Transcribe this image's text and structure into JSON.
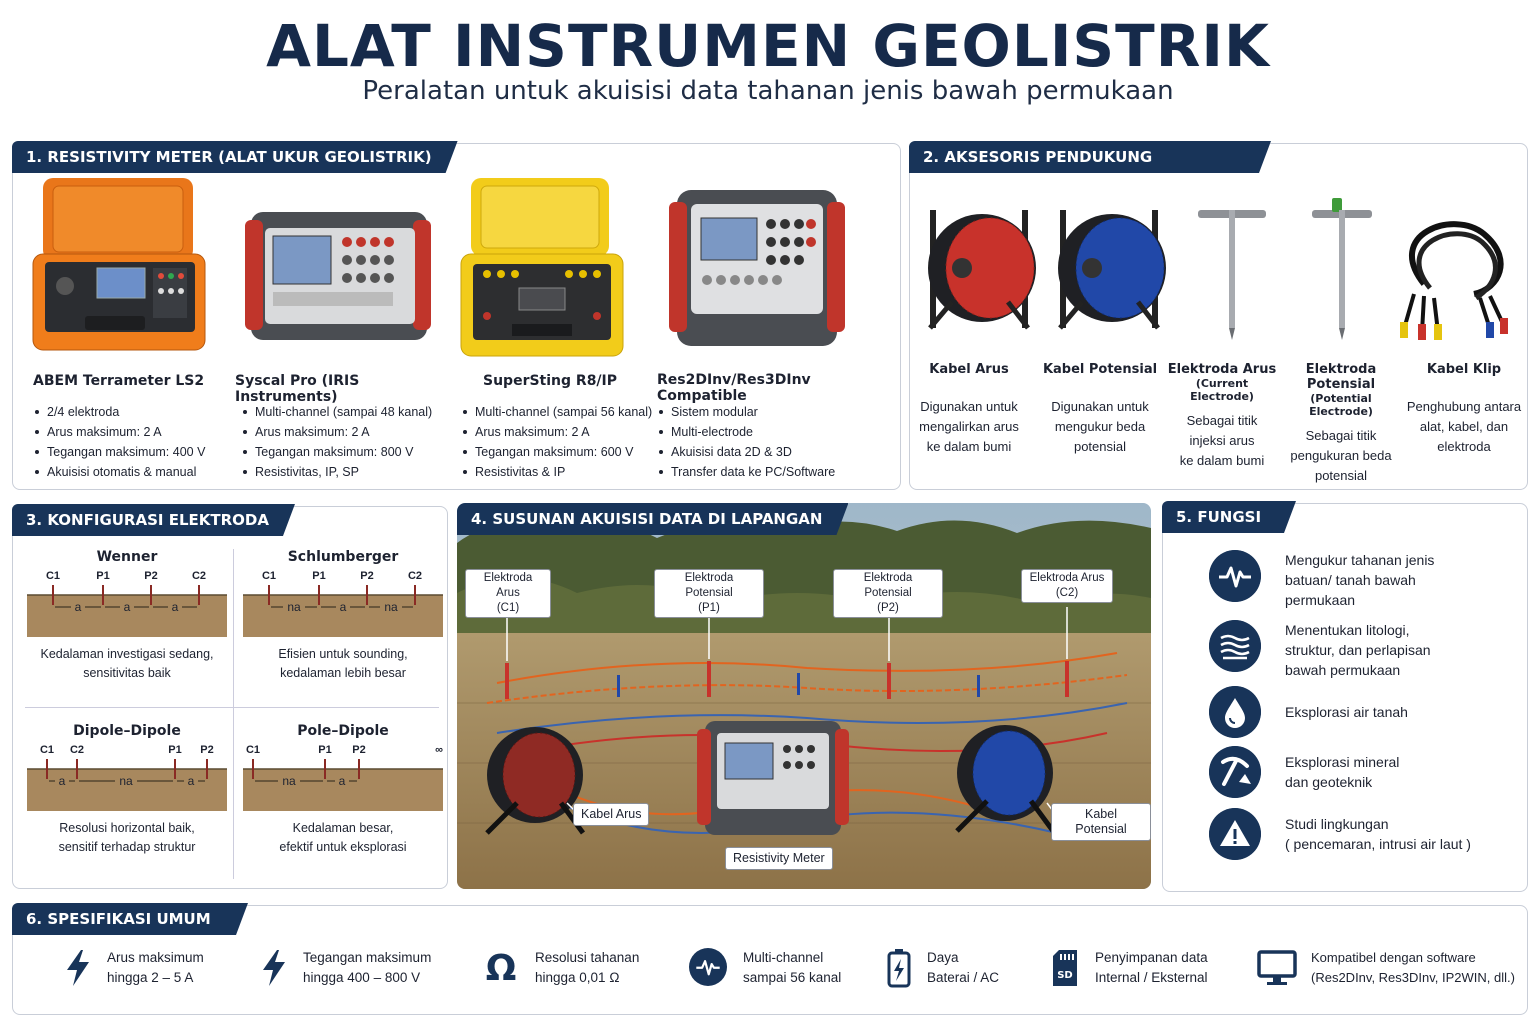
{
  "header": {
    "title": "ALAT INSTRUMEN GEOLISTRIK",
    "subtitle": "Peralatan untuk akuisisi data tahanan jenis bawah permukaan"
  },
  "section1": {
    "title": "1. RESISTIVITY METER (ALAT UKUR GEOLISTRIK)",
    "devices": [
      {
        "name": "ABEM Terrameter LS2",
        "case_color": "#f07d1b",
        "specs": [
          "2/4 elektroda",
          "Arus maksimum: 2 A",
          "Tegangan maksimum: 400 V",
          "Akuisisi otomatis & manual"
        ]
      },
      {
        "name": "Syscal Pro (IRIS Instruments)",
        "case_color": "#4a4d52",
        "specs": [
          "Multi-channel (sampai 48 kanal)",
          "Arus maksimum: 2 A",
          "Tegangan maksimum: 800 V",
          "Resistivitas, IP, SP"
        ]
      },
      {
        "name": "SuperSting R8/IP",
        "case_color": "#f2cc1a",
        "specs": [
          "Multi-channel (sampai 56 kanal)",
          "Arus maksimum: 2 A",
          "Tegangan maksimum: 600 V",
          "Resistivitas & IP"
        ]
      },
      {
        "name": "Res2DInv/Res3DInv Compatible",
        "case_color": "#4a4d52",
        "specs": [
          "Sistem modular",
          "Multi-electrode",
          "Akuisisi data 2D & 3D",
          "Transfer data ke PC/Software"
        ]
      }
    ]
  },
  "section2": {
    "title": "2. AKSESORIS PENDUKUNG",
    "items": [
      {
        "name": "Kabel Arus",
        "sub": "",
        "desc": [
          "Digunakan untuk",
          "mengalirkan arus",
          "ke dalam bumi"
        ]
      },
      {
        "name": "Kabel Potensial",
        "sub": "",
        "desc": [
          "Digunakan untuk",
          "mengukur beda",
          "potensial"
        ]
      },
      {
        "name": "Elektroda Arus",
        "sub": "(Current Electrode)",
        "desc": [
          "Sebagai titik",
          "injeksi arus",
          "ke dalam bumi"
        ]
      },
      {
        "name": "Elektroda Potensial",
        "sub": "(Potential Electrode)",
        "desc": [
          "Sebagai titik",
          "pengukuran beda",
          "potensial"
        ]
      },
      {
        "name": "Kabel Klip",
        "sub": "",
        "desc": [
          "Penghubung antara",
          "alat, kabel, dan",
          "elektroda"
        ]
      }
    ]
  },
  "section3": {
    "title": "3. KONFIGURASI ELEKTRODA",
    "configs": [
      {
        "name": "Wenner",
        "labels": [
          "C1",
          "P1",
          "P2",
          "C2"
        ],
        "spacing": [
          "a",
          "a",
          "a"
        ],
        "desc": [
          "Kedalaman investigasi sedang,",
          "sensitivitas baik"
        ]
      },
      {
        "name": "Schlumberger",
        "labels": [
          "C1",
          "P1",
          "P2",
          "C2"
        ],
        "spacing": [
          "na",
          "a",
          "na"
        ],
        "desc": [
          "Efisien untuk sounding,",
          "kedalaman lebih besar"
        ]
      },
      {
        "name": "Dipole–Dipole",
        "labels": [
          "C1",
          "C2",
          "P1",
          "P2"
        ],
        "spacing": [
          "a",
          "na",
          "a"
        ],
        "desc": [
          "Resolusi horizontal baik,",
          "sensitif terhadap struktur"
        ]
      },
      {
        "name": "Pole–Dipole",
        "labels": [
          "C1",
          "P1",
          "P2",
          "∞"
        ],
        "spacing": [
          "na",
          "a"
        ],
        "desc": [
          "Kedalaman besar,",
          "efektif untuk eksplorasi"
        ]
      }
    ]
  },
  "section4": {
    "title": "4. SUSUNAN AKUISISI DATA DI LAPANGAN",
    "labels": {
      "c1": [
        "Elektroda Arus",
        "(C1)"
      ],
      "p1": [
        "Elektroda Potensial",
        "(P1)"
      ],
      "p2": [
        "Elektroda Potensial",
        "(P2)"
      ],
      "c2": [
        "Elektroda Arus",
        "(C2)"
      ],
      "kabel_arus": "Kabel Arus",
      "kabel_potensial": "Kabel Potensial",
      "meter": "Resistivity Meter"
    }
  },
  "section5": {
    "title": "5. FUNGSI",
    "items": [
      {
        "icon": "waveform-icon",
        "text": [
          "Mengukur tahanan jenis",
          "batuan/ tanah bawah",
          "permukaan"
        ]
      },
      {
        "icon": "layers-icon",
        "text": [
          "Menentukan litologi,",
          "struktur, dan perlapisan",
          "bawah permukaan"
        ]
      },
      {
        "icon": "water-drop-icon",
        "text": [
          "Eksplorasi air tanah"
        ]
      },
      {
        "icon": "pickaxe-icon",
        "text": [
          "Eksplorasi mineral",
          "dan geoteknik"
        ]
      },
      {
        "icon": "warning-icon",
        "text": [
          "Studi lingkungan",
          "( pencemaran, intrusi air laut )"
        ]
      }
    ]
  },
  "section6": {
    "title": "6. SPESIFIKASI UMUM",
    "items": [
      {
        "icon": "lightning-icon",
        "text": [
          "Arus maksimum",
          "hingga 2 – 5 A"
        ]
      },
      {
        "icon": "lightning-icon",
        "text": [
          "Tegangan maksimum",
          "hingga 400 – 800 V"
        ]
      },
      {
        "icon": "ohm-icon",
        "text": [
          "Resolusi tahanan",
          "hingga 0,01 Ω"
        ]
      },
      {
        "icon": "waveform-icon",
        "text": [
          "Multi-channel",
          "sampai 56 kanal"
        ]
      },
      {
        "icon": "battery-icon",
        "text": [
          "Daya",
          "Baterai / AC"
        ]
      },
      {
        "icon": "sd-card-icon",
        "text": [
          "Penyimpanan data",
          "Internal / Eksternal"
        ]
      },
      {
        "icon": "monitor-icon",
        "text": [
          "Kompatibel dengan software",
          "(Res2DInv, Res3DInv, IP2WIN, dll.)"
        ]
      }
    ]
  },
  "colors": {
    "navy": "#183459",
    "red_cable": "#c8322b",
    "blue_cable": "#2148a8",
    "soil": "#a8885e"
  }
}
